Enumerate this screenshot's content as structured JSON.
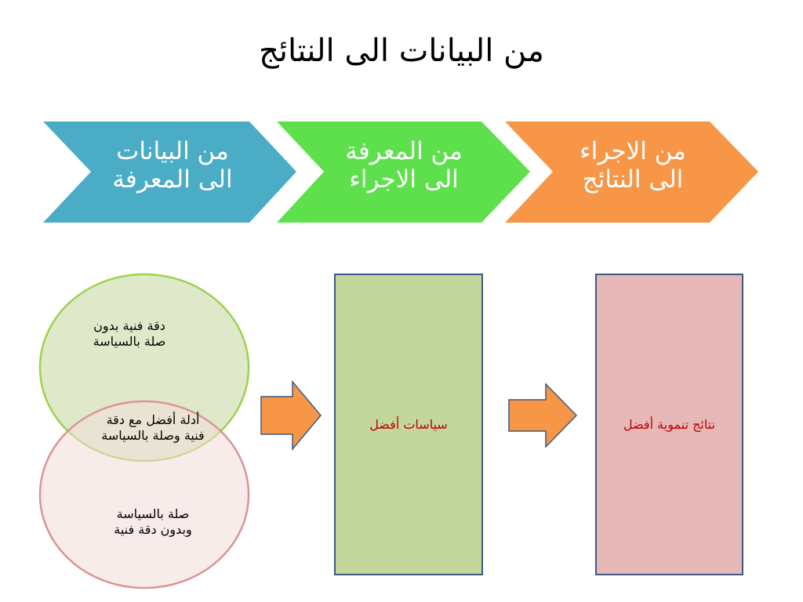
{
  "slide": {
    "title": "من البيانات الى النتائج"
  },
  "chevrons": [
    {
      "line1": "من البيانات",
      "line2": "الى المعرفة",
      "color": "#4bacc6"
    },
    {
      "line1": "من المعرفة",
      "line2": "الى الاجراء",
      "color": "#5de04c"
    },
    {
      "line1": "من الاجراء",
      "line2": "الى النتائج",
      "color": "#f79646"
    }
  ],
  "venn": {
    "top_line1": "دقة فنية بدون",
    "top_line2": "صلة بالسياسة",
    "overlap_line1": "أدلة أفضل مع دقة",
    "overlap_line2": "فنية وصلة بالسياسة",
    "bottom_line1": "صلة بالسياسة",
    "bottom_line2": "وبدون دقة فنية",
    "top_color": "#d7e4bd",
    "bottom_color": "#f2dcdb"
  },
  "boxes": [
    {
      "label": "سياسات أفضل",
      "color": "#c3d69b"
    },
    {
      "label": "نتائج تنموية أفضل",
      "color": "#e6b9b8"
    }
  ],
  "arrow_color": "#f79646"
}
